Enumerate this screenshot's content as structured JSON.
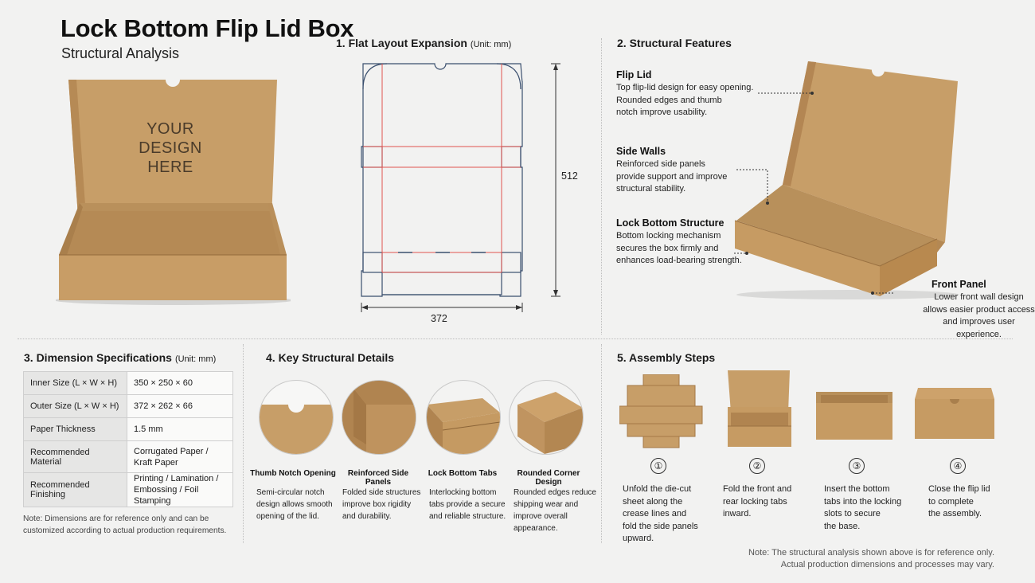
{
  "header": {
    "title": "Lock Bottom Flip Lid Box",
    "subtitle": "Structural Analysis"
  },
  "hero_box": {
    "print_text": "YOUR\nDESIGN\nHERE"
  },
  "flat_layout": {
    "heading": "1. Flat Layout Expansion",
    "unit": "(Unit: mm)",
    "height_label": "512",
    "width_label": "372"
  },
  "features": {
    "heading": "2. Structural Features",
    "items": [
      {
        "title": "Flip Lid",
        "desc": "Top flip-lid design for easy opening.\nRounded edges and thumb\nnotch improve usability."
      },
      {
        "title": "Side Walls",
        "desc": "Reinforced side panels\nprovide support and improve\nstructural stability."
      },
      {
        "title": "Lock Bottom Structure",
        "desc": "Bottom locking mechanism\nsecures the box firmly and\nenhances load-bearing strength."
      },
      {
        "title": "Front Panel",
        "desc": "Lower front wall design\nallows easier product access\nand improves user experience."
      }
    ]
  },
  "dimensions": {
    "heading": "3. Dimension Specifications",
    "unit": "(Unit: mm)",
    "rows": [
      {
        "key": "Inner Size  (L × W × H)",
        "value": "350 × 250 × 60"
      },
      {
        "key": "Outer Size  (L × W × H)",
        "value": "372 × 262 × 66"
      },
      {
        "key": "Paper Thickness",
        "value": "1.5 mm"
      },
      {
        "key": "Recommended Material",
        "value": "Corrugated Paper /\nKraft Paper"
      },
      {
        "key": "Recommended Finishing",
        "value": "Printing / Lamination /\nEmbossing / Foil Stamping"
      }
    ],
    "note": "Note: Dimensions are for reference only and can be\ncustomized according to actual production requirements."
  },
  "details": {
    "heading": "4. Key Structural Details",
    "items": [
      {
        "title": "Thumb Notch Opening",
        "desc": "Semi-circular notch\ndesign allows smooth\nopening of the lid."
      },
      {
        "title": "Reinforced Side Panels",
        "desc": "Folded side structures\nimprove box rigidity\nand durability."
      },
      {
        "title": "Lock Bottom Tabs",
        "desc": "Interlocking bottom\ntabs provide a secure\nand reliable structure."
      },
      {
        "title": "Rounded Corner Design",
        "desc": "Rounded edges reduce\nshipping wear and\nimprove overall\nappearance."
      }
    ]
  },
  "assembly": {
    "heading": "5. Assembly Steps",
    "steps": [
      {
        "num": "①",
        "desc": "Unfold the die-cut\nsheet along the\ncrease lines and\nfold the side panels\nupward."
      },
      {
        "num": "②",
        "desc": "Fold the front and\nrear locking tabs\ninward."
      },
      {
        "num": "③",
        "desc": "Insert the bottom\ntabs into the locking\nslots to secure\nthe base."
      },
      {
        "num": "④",
        "desc": "Close the flip lid\nto complete\nthe assembly."
      }
    ],
    "note": "Note: The structural analysis shown above is for reference only.\nActual production dimensions and processes may vary."
  },
  "colors": {
    "kraft": "#c59a64",
    "kraft_dark": "#a97c48",
    "kraft_light": "#d3ab77",
    "cut_line": "#3a4f6e",
    "crease_line": "#e0544f"
  }
}
